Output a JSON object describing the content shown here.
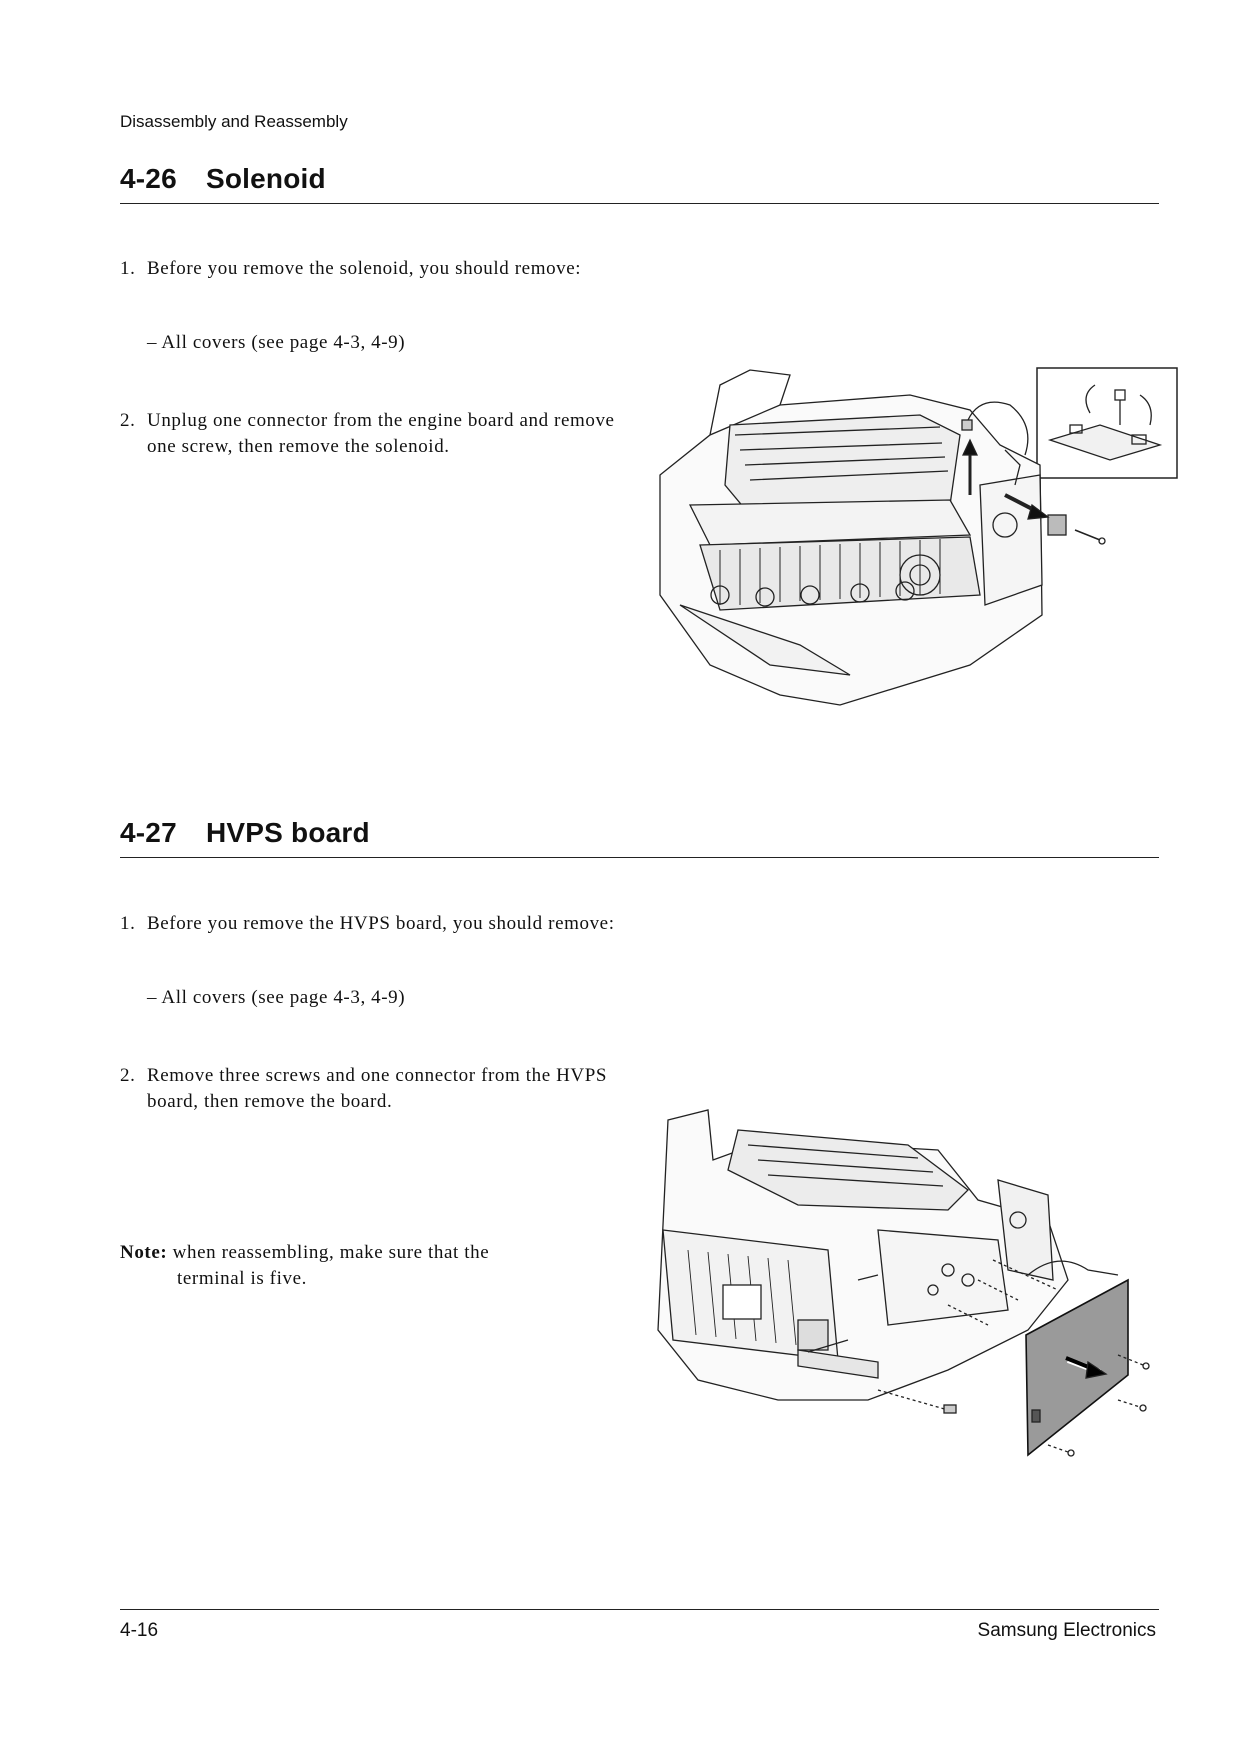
{
  "header": {
    "running_title": "Disassembly and Reassembly"
  },
  "sections": [
    {
      "number": "4-26",
      "title": "Solenoid",
      "steps": [
        {
          "num": "1.",
          "text": "Before you remove the solenoid, you should remove:"
        },
        {
          "num": "2.",
          "text": "Unplug one connector from the engine board and remove one screw, then remove the solenoid."
        }
      ],
      "sub_item": "– All covers  (see page 4-3, 4-9)"
    },
    {
      "number": "4-27",
      "title": "HVPS board",
      "steps": [
        {
          "num": "1.",
          "text": "Before you remove the HVPS board, you should remove:"
        },
        {
          "num": "2.",
          "text": "Remove three screws and one connector from the HVPS board, then remove the board."
        }
      ],
      "sub_item": "– All covers  (see page 4-3, 4-9)",
      "note": {
        "label": "Note:",
        "line1": " when reassembling, make sure that the",
        "line2": "terminal is five."
      }
    }
  ],
  "footer": {
    "page_number": "4-16",
    "publisher": "Samsung Electronics"
  }
}
